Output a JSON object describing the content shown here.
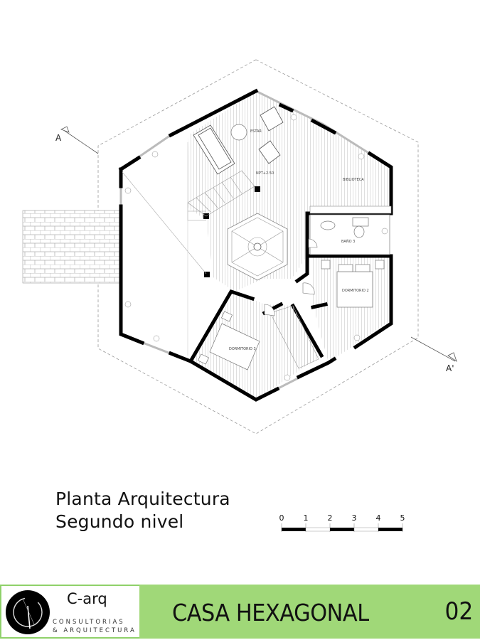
{
  "plan": {
    "rooms": [
      {
        "id": "estar",
        "label": "ESTAR"
      },
      {
        "id": "biblioteca",
        "label": "BIBLIOTECA"
      },
      {
        "id": "bano3",
        "label": "BAÑO 3"
      },
      {
        "id": "dormitorio2",
        "label": "DORMITORIO 2"
      },
      {
        "id": "dormitorio3",
        "label": "DORMITORIO 3"
      }
    ],
    "level_note": "NPT+2.50",
    "section_marks": {
      "start": "A",
      "end": "A'"
    }
  },
  "title": {
    "line1": "Planta Arquitectura",
    "line2": "Segundo nivel"
  },
  "scale_bar": {
    "ticks": [
      "0",
      "1",
      "2",
      "3",
      "4",
      "5"
    ]
  },
  "footer": {
    "logo_name": "C-arq",
    "logo_sub1": "CONSULTORIAS",
    "logo_sub2": "& ARQUITECTURA",
    "project_title": "CASA HEXAGONAL",
    "sheet_number": "02",
    "accent_color": "#a0d878"
  }
}
